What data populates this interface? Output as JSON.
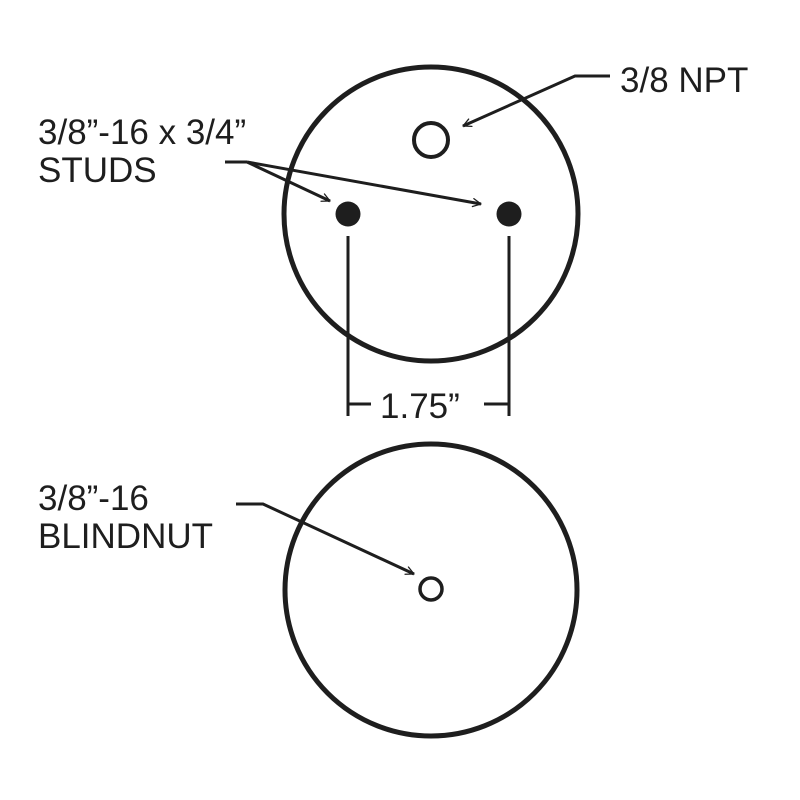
{
  "diagram": {
    "title": "Air spring mounting diagram",
    "stroke_color": "#1e1e1e",
    "background": "#ffffff",
    "top_view": {
      "labels": {
        "air_fitting": "3/8 NPT",
        "studs_line1": "3/8”-16 x 3/4”",
        "studs_line2": "STUDS",
        "stud_spacing": "1.75”"
      }
    },
    "bottom_view": {
      "labels": {
        "blindnut_line1": "3/8”-16",
        "blindnut_line2": "BLINDNUT"
      }
    }
  }
}
